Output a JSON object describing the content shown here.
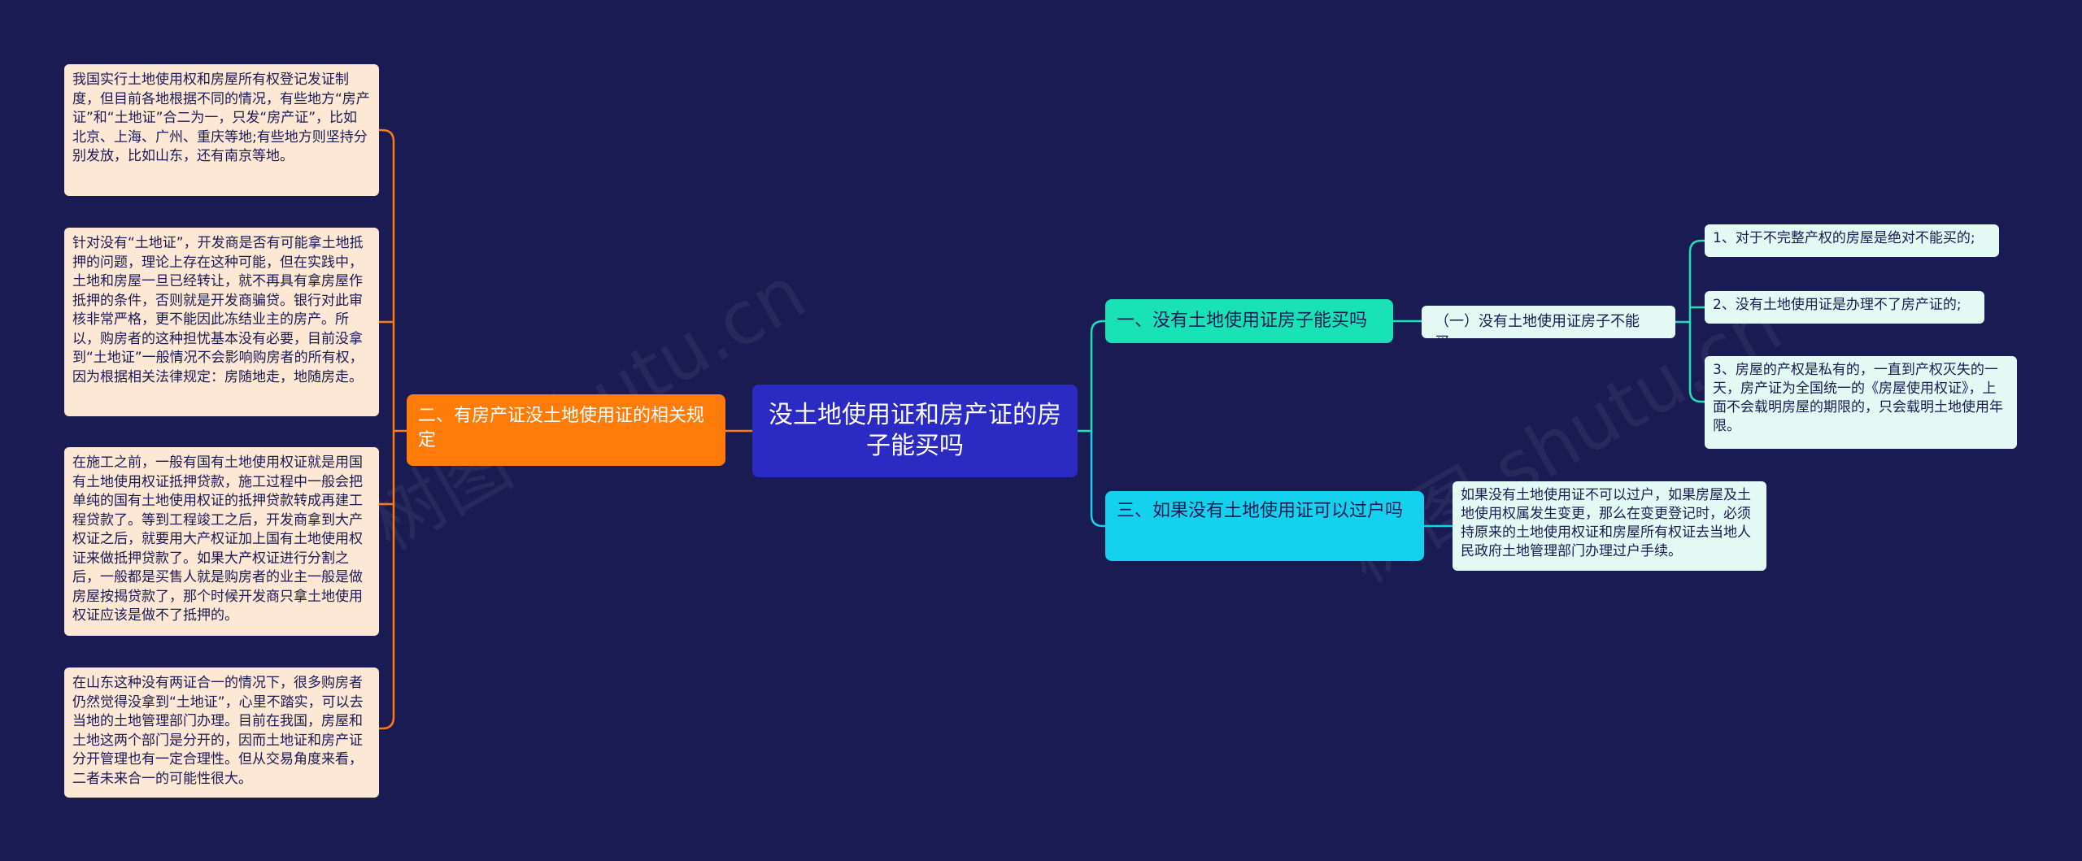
{
  "root": {
    "text": "没土地使用证和房产证的房子能买吗"
  },
  "right_branches": {
    "b1": {
      "label": "一、没有土地使用证房子能买吗",
      "sub": {
        "label": "（一）没有土地使用证房子不能买。",
        "leaves": [
          "1、对于不完整产权的房屋是绝对不能买的;",
          "2、没有土地使用证是办理不了房产证的;",
          "3、房屋的产权是私有的，一直到产权灭失的一天，房产证为全国统一的《房屋使用权证》，上面不会载明房屋的期限的，只会载明土地使用年限。"
        ]
      }
    },
    "b3": {
      "label": "三、如果没有土地使用证可以过户吗",
      "leaf": "如果没有土地使用证不可以过户，如果房屋及土地使用权属发生变更，那么在变更登记时，必须持原来的土地使用权证和房屋所有权证去当地人民政府土地管理部门办理过户手续。"
    }
  },
  "left_branch": {
    "label": "二、有房产证没土地使用证的相关规定",
    "notes": [
      "我国实行土地使用权和房屋所有权登记发证制度，但目前各地根据不同的情况，有些地方“房产证”和“土地证”合二为一，只发“房产证”，比如北京、上海、广州、重庆等地;有些地方则坚持分别发放，比如山东，还有南京等地。",
      "针对没有“土地证”，开发商是否有可能拿土地抵押的问题，理论上存在这种可能，但在实践中，土地和房屋一旦已经转让，就不再具有拿房屋作抵押的条件，否则就是开发商骗贷。银行对此审核非常严格，更不能因此冻结业主的房产。所以，购房者的这种担忧基本没有必要，目前没拿到“土地证”一般情况不会影响购房者的所有权，因为根据相关法律规定：房随地走，地随房走。",
      "在施工之前，一般有国有土地使用权证就是用国有土地使用权证抵押贷款，施工过程中一般会把单纯的国有土地使用权证的抵押贷款转成再建工程贷款了。等到工程竣工之后，开发商拿到大产权证之后，就要用大产权证加上国有土地使用权证来做抵押贷款了。如果大产权证进行分割之后，一般都是买售人就是购房者的业主一般是做房屋按揭贷款了，那个时候开发商只拿土地使用权证应该是做不了抵押的。",
      "在山东这种没有两证合一的情况下，很多购房者仍然觉得没拿到“土地证”，心里不踏实，可以去当地的土地管理部门办理。目前在我国，房屋和土地这两个部门是分开的，因而土地证和房产证分开管理也有一定合理性。但从交易角度来看，二者未来合一的可能性很大。"
    ]
  },
  "watermark": "树图 shutu.cn",
  "colors": {
    "background": "#1a1b52",
    "root": "#2b2bc4",
    "orange": "#ff7b0a",
    "green": "#19e3b6",
    "cyan": "#14d2ee",
    "leaf_bg": "#e3f9f4",
    "note_bg": "#fde7d5"
  }
}
